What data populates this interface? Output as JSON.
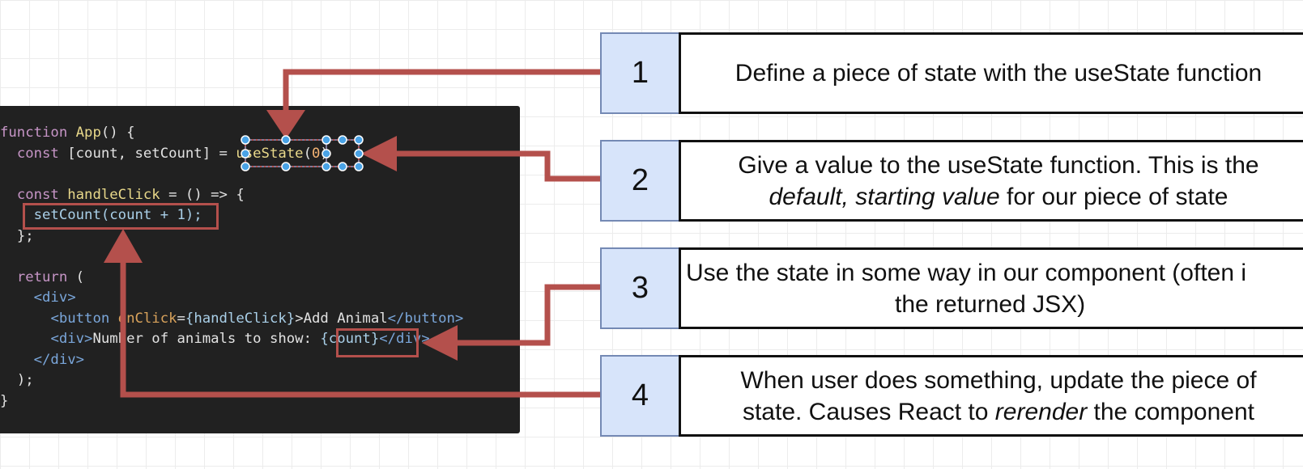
{
  "code": {
    "line1": {
      "kw": "function",
      "name": "App",
      "rest": "() {"
    },
    "line2": {
      "kw": "const",
      "decl": " [count, setCount] = ",
      "hook": "useState",
      "arg": "0",
      "close": ")"
    },
    "line3": {
      "kw": "const",
      "name": "handleClick",
      "rest": " = () => {"
    },
    "line4": {
      "call": "setCount(count + 1);"
    },
    "line5": "};",
    "line6": {
      "kw": "return",
      "rest": " ("
    },
    "line7": {
      "tag": "<div>"
    },
    "line8": {
      "open": "<button",
      "attr": " onClick",
      "eq": "=",
      "val": "{handleClick}",
      "text": ">Add Animal",
      "close": "</button>"
    },
    "line9": {
      "open": "<div>",
      "text": "Number of animals to show: ",
      "expr": "{count}",
      "close": "</div>"
    },
    "line10": {
      "tag": "</div>"
    },
    "line11": ");",
    "line12": "}"
  },
  "steps": [
    {
      "number": "1",
      "text": "Define a piece of state with the useState function"
    },
    {
      "number": "2",
      "text_a": "Give a value to the useState function. This is the",
      "text_b_italic": "default, starting value",
      "text_b_rest": " for our piece of state"
    },
    {
      "number": "3",
      "text_a": "Use the state in some way in our component (often i",
      "text_b": "the returned JSX)"
    },
    {
      "number": "4",
      "text_a": "When user does something, update the piece of",
      "text_b_start": "state. Causes React to ",
      "text_b_italic": "rerender",
      "text_b_end": " the component"
    }
  ],
  "colors": {
    "arrow": "#b4504c",
    "selection_handles": "#4aa3e6",
    "number_box": "#d7e4fa",
    "code_bg": "#212121"
  }
}
